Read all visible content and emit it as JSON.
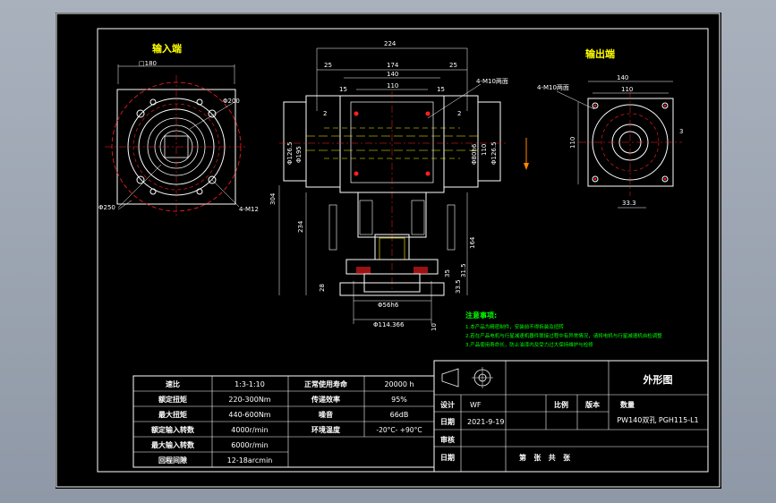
{
  "views": {
    "input_title": "输入端",
    "output_title": "输出端"
  },
  "dims": {
    "input_top": "□180",
    "input_r1": "Φ200",
    "input_r2": "Φ250",
    "input_bolt": "4-M12",
    "top_224": "224",
    "top_25a": "25",
    "top_25b": "25",
    "top_174": "174",
    "top_140": "140",
    "top_15a": "15",
    "top_15b": "15",
    "top_110": "110",
    "top_bolt": "4-M10两面",
    "left_phi": "Φ126.5",
    "left_d1": "Φ195",
    "right_h6": "Φ80h6",
    "right_110": "110",
    "right_phi": "Φ126.5",
    "left_2": "2",
    "right_2": "2",
    "v_304": "304",
    "v_234": "234",
    "v_28": "28",
    "v_164": "164",
    "v_35": "35",
    "v_33": "33.5",
    "v_315": "31.5",
    "bot_phi": "Φ56h6",
    "bot_phi2": "Φ114.366",
    "bot_10": "10",
    "out_bolt": "4-M10两面",
    "out_140": "140",
    "out_110": "110",
    "out_side": "110",
    "out_3": "3",
    "out_333": "33.3"
  },
  "notes": {
    "title": "注意事项:",
    "lines": [
      "1.本产品为精密制件，安装前不得拆装及扭转",
      "2.若在产品电机与行星减速机器件联接过程中有异常情况，请将电机与行星减速机自检调整",
      "3.产品使用寿命长，防止油漆内及受力过大保持维护与检修"
    ]
  },
  "spec_table": {
    "rows": [
      [
        "速比",
        "1:3-1:10",
        "正常使用寿命",
        "20000 h"
      ],
      [
        "额定扭矩",
        "220-300Nm",
        "传递效率",
        "95%"
      ],
      [
        "最大扭矩",
        "440-600Nm",
        "噪音",
        "66dB"
      ],
      [
        "额定输入转数",
        "4000r/min",
        "环境温度",
        "-20°C- +90°C"
      ],
      [
        "最大输入转数",
        "6000r/min",
        "",
        ""
      ],
      [
        "回程间隙",
        "12-18arcmin",
        "",
        ""
      ]
    ]
  },
  "title_block": {
    "drawing_title": "外形图",
    "design_label": "设计",
    "designer": "WF",
    "scale_label": "比例",
    "version_label": "版本",
    "qty_label": "数量",
    "date_label": "日期",
    "date_value": "2021-9-19",
    "model": "PW140双孔 PGH115-L1",
    "review_label": "审核",
    "date_label2": "日期",
    "sheet_text": "第   张   共   张"
  }
}
